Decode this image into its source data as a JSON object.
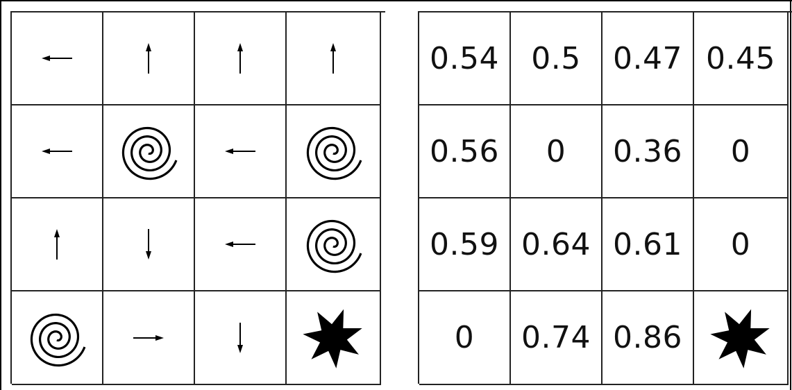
{
  "policy_grid": {
    "rows": [
      [
        "arrow-left",
        "arrow-up",
        "arrow-up",
        "arrow-up"
      ],
      [
        "arrow-left",
        "hole-spiral",
        "arrow-left",
        "hole-spiral"
      ],
      [
        "arrow-up",
        "arrow-down",
        "arrow-left",
        "hole-spiral"
      ],
      [
        "hole-spiral",
        "arrow-right",
        "arrow-down",
        "goal-star"
      ]
    ]
  },
  "value_grid": {
    "rows": [
      [
        "0.54",
        "0.5",
        "0.47",
        "0.45"
      ],
      [
        "0.56",
        "0",
        "0.36",
        "0"
      ],
      [
        "0.59",
        "0.64",
        "0.61",
        "0"
      ],
      [
        "0",
        "0.74",
        "0.86",
        "goal-star"
      ]
    ]
  },
  "colors": {
    "line": "#222222",
    "ink": "#000000",
    "background": "#ffffff"
  }
}
